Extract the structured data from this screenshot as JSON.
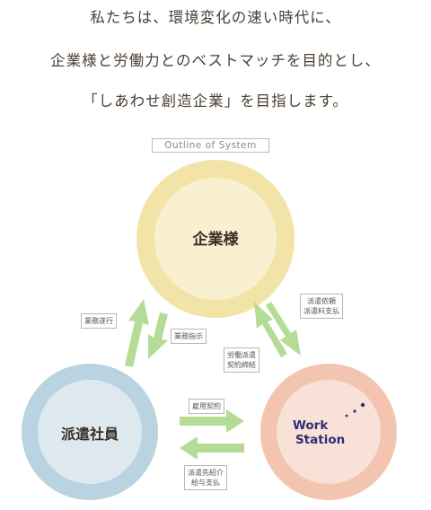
{
  "intro": {
    "line1": "私たちは、環境変化の速い時代に、",
    "line2": "企業様と労働力とのベストマッチを目的とし、",
    "line3": "「しあわせ創造企業」を目指します。"
  },
  "diagram": {
    "label": "Outline of System",
    "nodes": {
      "company": "企業様",
      "staff": "派遣社員",
      "workstation_line1": "Work",
      "workstation_line2": "Station"
    },
    "tags": {
      "business_execution": "業務遂行",
      "business_instruction": "業務指示",
      "dispatch_request_1": "派遣依頼",
      "dispatch_request_2": "派遣料支払",
      "labor_dispatch_1": "労働派遣",
      "labor_dispatch_2": "契約締結",
      "employment_contract": "雇用契約",
      "placement_1": "派遣先紹介",
      "placement_2": "給与支払"
    },
    "colors": {
      "company_ring": "#f2e3a6",
      "company_fill": "#f8f0cf",
      "staff_ring": "#b9d3e0",
      "staff_fill": "#dde9ef",
      "ws_ring": "#f3c4b0",
      "ws_fill": "#f8e1d6",
      "arrow": "#b5dc96"
    }
  }
}
